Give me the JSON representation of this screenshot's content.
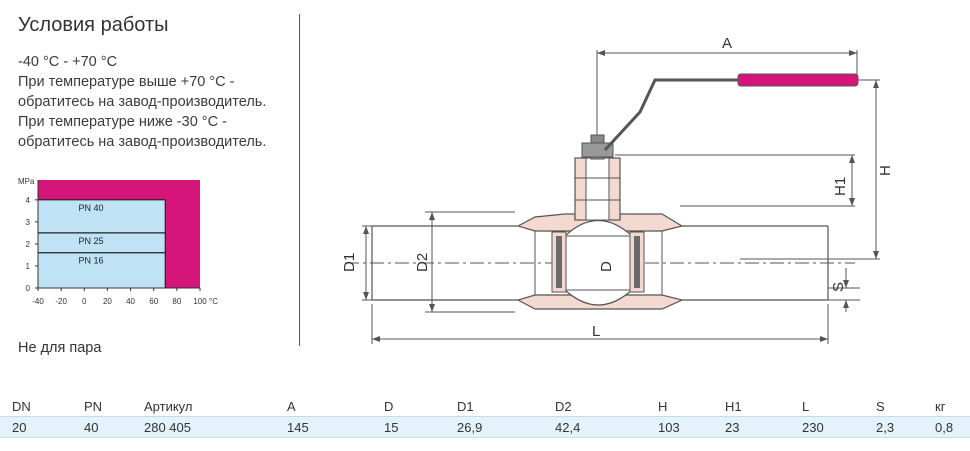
{
  "conditions": {
    "title": "Условия работы",
    "lines": [
      "-40 °C - +70 °C",
      "При температуре выше +70 °C -",
      "обратитесь на завод-производитель.",
      "При температуре ниже -30 °C -",
      "обратитесь на завод-производитель."
    ],
    "note": "Не для пара"
  },
  "chart_data": {
    "type": "area",
    "ylabel": "MPa",
    "xlabel_unit": "°C",
    "y_ticks": [
      "0",
      "1",
      "2",
      "3",
      "4"
    ],
    "x_ticks": [
      "-40",
      "-20",
      "0",
      "20",
      "40",
      "60",
      "80",
      "100"
    ],
    "xlim": [
      -40,
      100
    ],
    "ylim": [
      0,
      4.9
    ],
    "series": [
      {
        "name": "PN 40",
        "value": 4,
        "x_max": 70
      },
      {
        "name": "PN 25",
        "value": 2.5,
        "x_max": 70
      },
      {
        "name": "PN 16",
        "value": 1.6,
        "x_max": 70
      }
    ],
    "allowed_region_color": "#bfe3f5",
    "forbidden_region_color": "#d6157a"
  },
  "drawing": {
    "labels": {
      "a": "A",
      "h": "H",
      "h1": "H1",
      "d1": "D1",
      "d2": "D2",
      "d": "D",
      "l": "L",
      "s": "S"
    }
  },
  "table": {
    "headers": [
      "DN",
      "PN",
      "Артикул",
      "A",
      "D",
      "D1",
      "D2",
      "H",
      "H1",
      "L",
      "S",
      "кг"
    ],
    "rows": [
      [
        "20",
        "40",
        "280 405",
        "145",
        "15",
        "26,9",
        "42,4",
        "103",
        "23",
        "230",
        "2,3",
        "0,8"
      ]
    ]
  }
}
